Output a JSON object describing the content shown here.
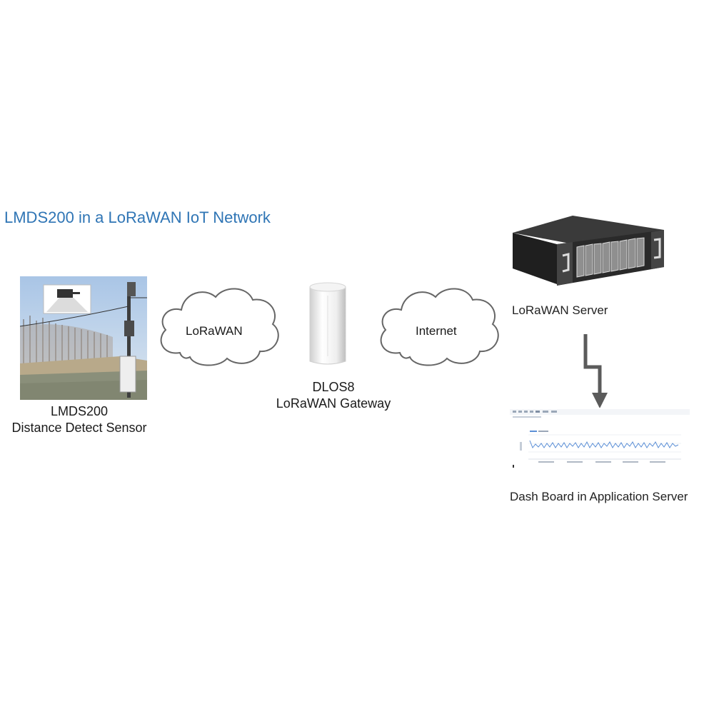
{
  "title": "LMDS200 in a LoRaWAN IoT Network",
  "sensor": {
    "name": "LMDS200",
    "description": "Distance Detect Sensor"
  },
  "cloud_left": {
    "label": "LoRaWAN"
  },
  "gateway": {
    "model": "DLOS8",
    "description": "LoRaWAN Gateway"
  },
  "cloud_right": {
    "label": "Internet"
  },
  "server": {
    "label": "LoRaWAN Server"
  },
  "dashboard": {
    "label": "Dash Board in Application Server"
  },
  "colors": {
    "title": "#2f75b5",
    "arrow": "#5b5b5b",
    "cloud_stroke": "#666666",
    "chart_line": "#5b8fd6"
  }
}
